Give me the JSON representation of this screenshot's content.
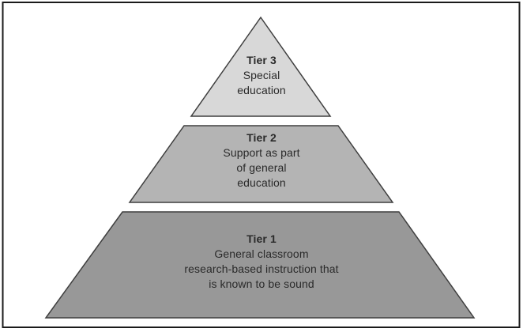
{
  "diagram": {
    "type": "pyramid",
    "background": "#ffffff",
    "border_color": "#1a1a1a",
    "outline_color": "#3f3f3f",
    "text_color": "#2a2a2a",
    "tiers": [
      {
        "label": "Tier 3",
        "lines": [
          "Special",
          "education"
        ],
        "fill": "#d8d8d8"
      },
      {
        "label": "Tier 2",
        "lines": [
          "Support as part",
          "of general",
          "education"
        ],
        "fill": "#b4b4b4"
      },
      {
        "label": "Tier 1",
        "lines": [
          "General classroom",
          "research-based instruction that",
          "is known to be sound"
        ],
        "fill": "#989898"
      }
    ]
  }
}
